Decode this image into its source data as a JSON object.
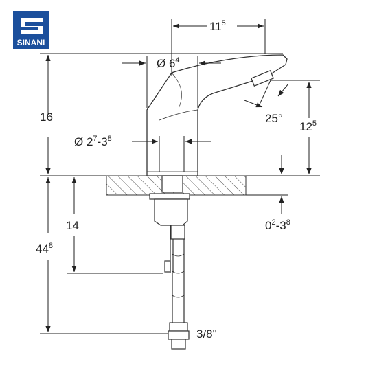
{
  "brand": {
    "name": "SINANI",
    "color": "#1b4f9c"
  },
  "dimensions": {
    "spout_reach": {
      "main": "11",
      "sup": "5"
    },
    "spout_diameter": {
      "prefix": "Ø ",
      "main": "6",
      "sup": "4"
    },
    "height_above_counter": {
      "main": "16"
    },
    "outlet_angle": {
      "main": "25°"
    },
    "outlet_height": {
      "main": "12",
      "sup": "5"
    },
    "body_diameter": {
      "prefix": "Ø ",
      "main": "2",
      "sup": "7",
      "sep": "-3",
      "sup2": "8"
    },
    "fixing_length": {
      "main": "14"
    },
    "total_below": {
      "main": "44",
      "sup": "8"
    },
    "counter_thickness": {
      "main": "0",
      "sup": "2",
      "sep": "-3",
      "sup2": "8"
    },
    "connection": {
      "main": "3/8\""
    }
  },
  "icons": {
    "logo": "brand-logo-icon"
  }
}
